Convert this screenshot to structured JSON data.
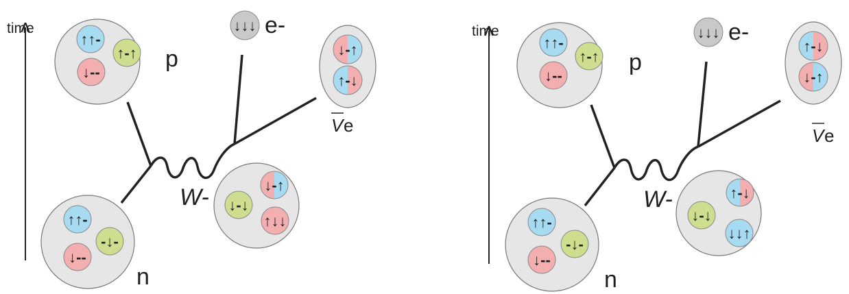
{
  "colors": {
    "blue": "#a7dbf2",
    "red": "#f3aeb0",
    "green": "#cdde8f",
    "grey": "#e6e6e6",
    "electron": "#c9c9c9",
    "line": "#222222"
  },
  "panels": [
    {
      "time_label": "time",
      "proton": {
        "label": "p",
        "quarks": [
          {
            "spins": "↑↑-",
            "color": "blue"
          },
          {
            "spins": "↑-↑",
            "color": "green"
          },
          {
            "spins": "↓--",
            "color": "red"
          }
        ]
      },
      "neutron": {
        "label": "n",
        "quarks": [
          {
            "spins": "↑↑-",
            "color": "blue"
          },
          {
            "spins": "-↓-",
            "color": "green"
          },
          {
            "spins": "↓--",
            "color": "red"
          }
        ]
      },
      "electron": {
        "label": "e-",
        "spins": "↓↓↓"
      },
      "antineutrino": {
        "label_symbol": "V",
        "label_suffix": "e",
        "quarks": [
          {
            "spins": "↓-↑",
            "left": "red",
            "right": "blue"
          },
          {
            "spins": "↑-↓",
            "left": "blue",
            "right": "red"
          }
        ]
      },
      "w_boson": {
        "label": "W-",
        "quarks": [
          {
            "spins": "↓-↑",
            "left": "red",
            "right": "blue"
          },
          {
            "spins": "↓-↓",
            "color": "green"
          },
          {
            "spins": "↑↓↓",
            "color": "red"
          }
        ]
      }
    },
    {
      "time_label": "time",
      "proton": {
        "label": "p",
        "quarks": [
          {
            "spins": "↑↑-",
            "color": "blue"
          },
          {
            "spins": "↑-↑",
            "color": "green"
          },
          {
            "spins": "↓--",
            "color": "red"
          }
        ]
      },
      "neutron": {
        "label": "n",
        "quarks": [
          {
            "spins": "↑↑-",
            "color": "blue"
          },
          {
            "spins": "-↓-",
            "color": "green"
          },
          {
            "spins": "↓--",
            "color": "red"
          }
        ]
      },
      "electron": {
        "label": "e-",
        "spins": "↓↓↓"
      },
      "antineutrino": {
        "label_symbol": "V",
        "label_suffix": "e",
        "quarks": [
          {
            "spins": "↑-↓",
            "left": "blue",
            "right": "red"
          },
          {
            "spins": "↓-↑",
            "left": "red",
            "right": "blue"
          }
        ]
      },
      "w_boson": {
        "label": "W-",
        "quarks": [
          {
            "spins": "↑-↓",
            "left": "blue",
            "right": "red"
          },
          {
            "spins": "↓-↓",
            "color": "green"
          },
          {
            "spins": "↓↓↑",
            "color": "blue"
          }
        ]
      }
    }
  ]
}
